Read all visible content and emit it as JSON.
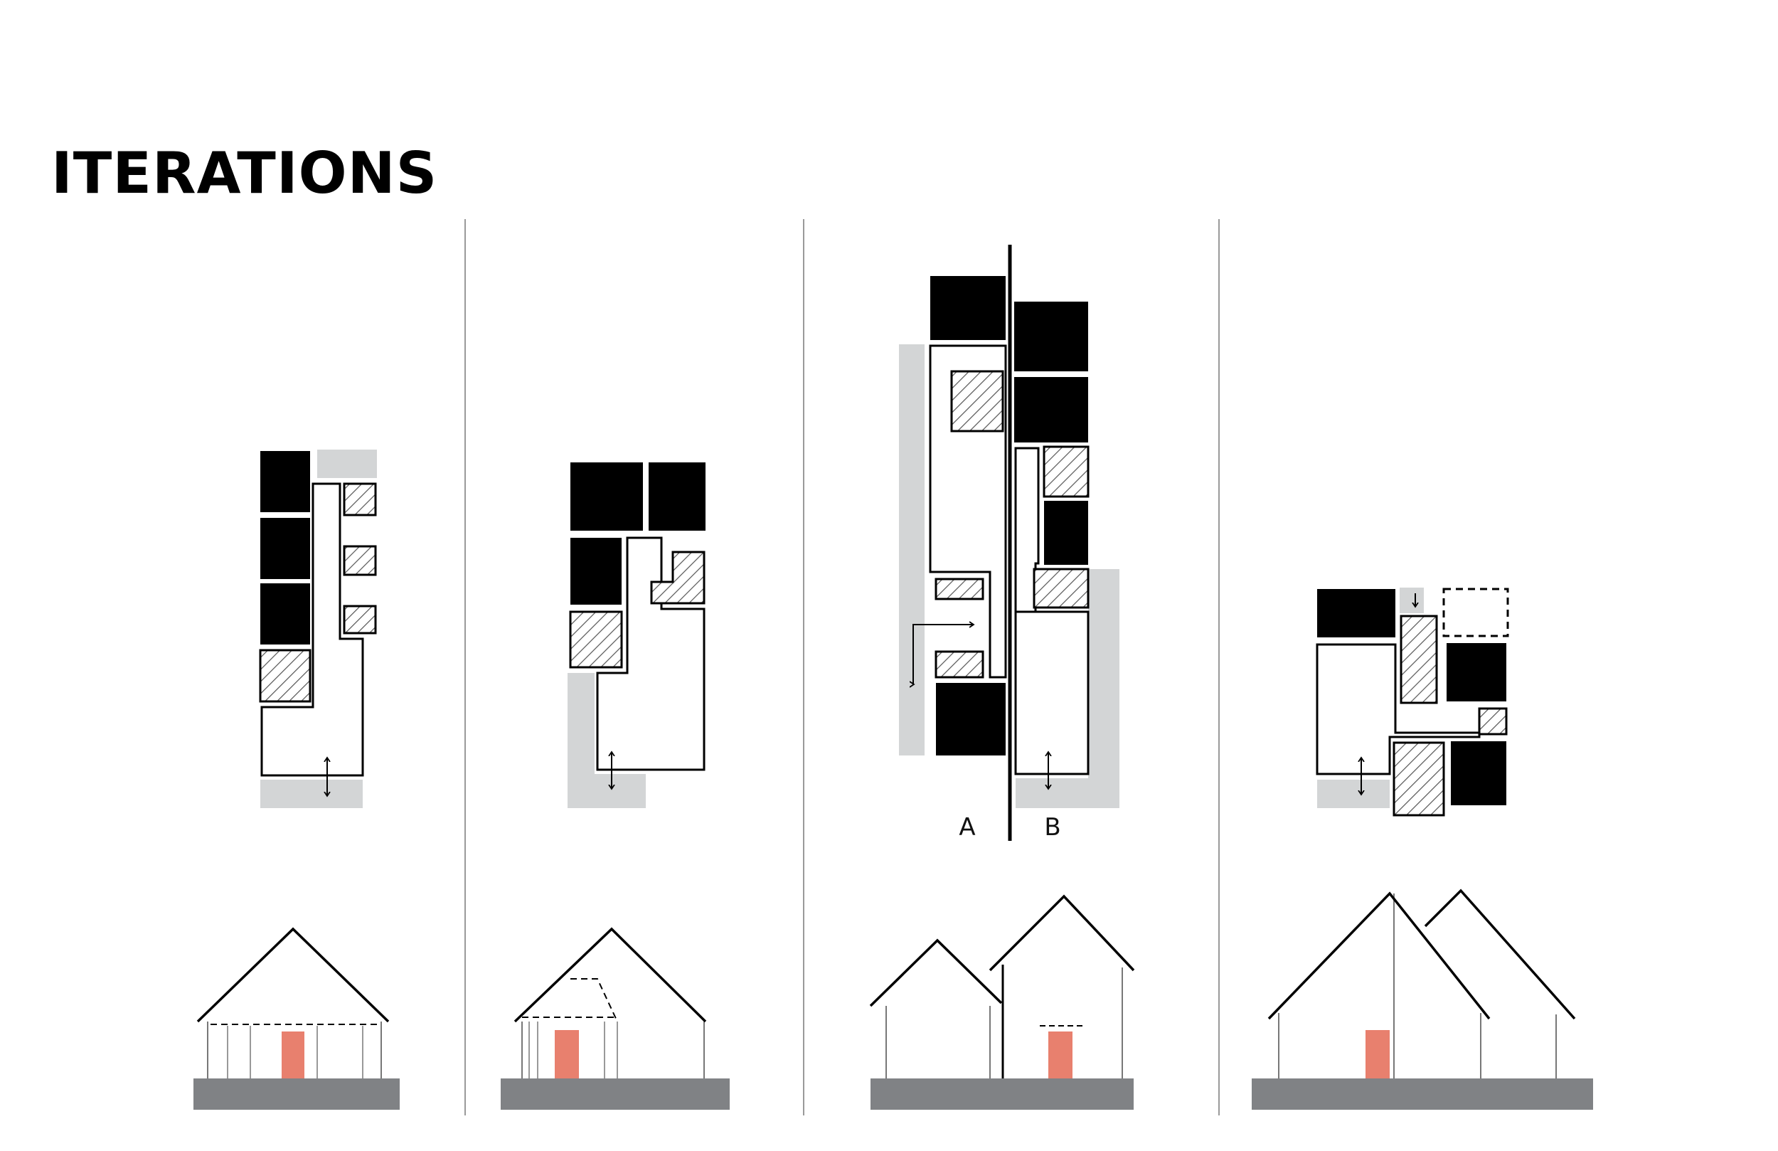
{
  "page": {
    "title": "ITERATIONS"
  },
  "iterations": [
    {
      "plan_labels": []
    },
    {
      "plan_labels": []
    },
    {
      "plan_labels": [
        "A",
        "B"
      ]
    },
    {
      "plan_labels": []
    }
  ],
  "colors": {
    "room_fill": "#000000",
    "path_gray": "#d3d5d6",
    "ground_gray": "#808285",
    "door": "#e8806e",
    "wall_line": "#000000",
    "divider": "#9a9a9a"
  }
}
